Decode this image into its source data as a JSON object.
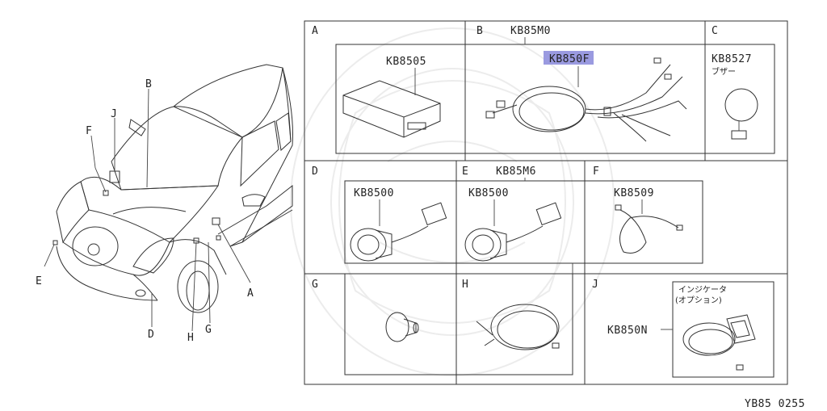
{
  "vehicle_labels": {
    "A": "A",
    "B": "B",
    "D": "D",
    "E": "E",
    "F": "F",
    "G": "G",
    "H": "H",
    "J": "J"
  },
  "panels": {
    "A": {
      "letter": "A",
      "part": "KB8505"
    },
    "B": {
      "letter": "B",
      "group": "KB85M0",
      "part": "KB850F"
    },
    "C": {
      "letter": "C",
      "part": "KB8527",
      "note": "ブザー"
    },
    "D": {
      "letter": "D",
      "part": "KB8500"
    },
    "E": {
      "letter": "E",
      "group": "KB85M6",
      "part": "KB8500"
    },
    "F": {
      "letter": "F",
      "part": "KB8509"
    },
    "G": {
      "letter": "G"
    },
    "H": {
      "letter": "H"
    },
    "J": {
      "letter": "J",
      "part": "KB850N",
      "note_line1": "インジケータ",
      "note_line2": "(オプション)"
    }
  },
  "diagram_code": "YB85 0255",
  "highlight_color": "#9a9ae0"
}
